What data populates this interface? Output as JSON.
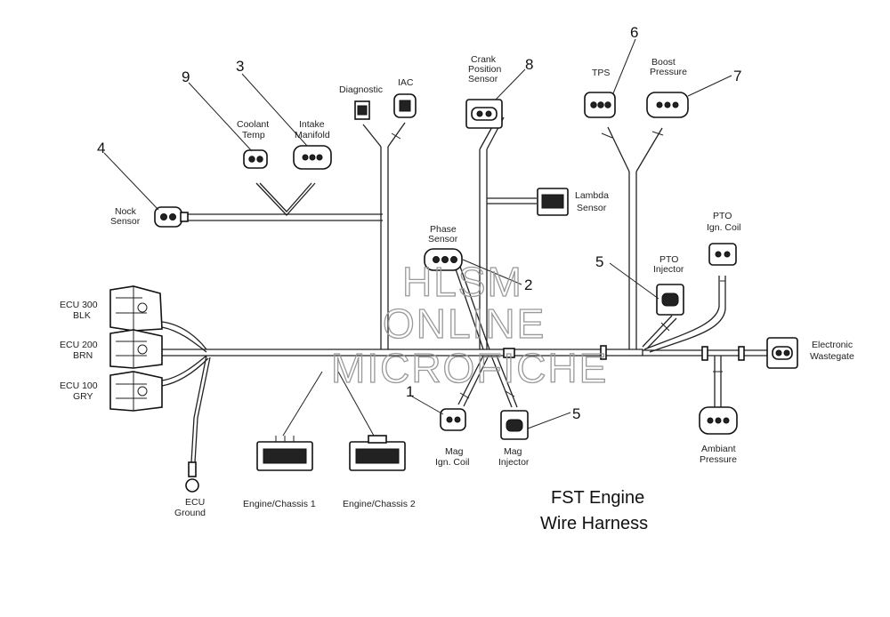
{
  "title": {
    "line1": "FST Engine",
    "line2": "Wire Harness"
  },
  "watermark": {
    "line1": "HLSM",
    "line2": "ONLINE",
    "line3": "MICROFICHE"
  },
  "labels": {
    "ecu300": [
      "ECU 300",
      "BLK"
    ],
    "ecu200": [
      "ECU 200",
      "BRN"
    ],
    "ecu100": [
      "ECU 100",
      "GRY"
    ],
    "ecu_ground": [
      "ECU",
      "Ground"
    ],
    "knock_sensor": [
      "Nock",
      "Sensor"
    ],
    "coolant_temp": [
      "Coolant",
      "Temp"
    ],
    "intake_manifold": [
      "Intake",
      "Manifold"
    ],
    "diagnostic": "Diagnostic",
    "iac": "IAC",
    "crank_position": [
      "Crank",
      "Position",
      "Sensor"
    ],
    "lambda": [
      "Lambda",
      "Sensor"
    ],
    "phase_sensor": [
      "Phase",
      "Sensor"
    ],
    "tps": "TPS",
    "boost_pressure": [
      "Boost",
      "Pressure"
    ],
    "pto_ign_coil": [
      "PTO",
      "Ign. Coil"
    ],
    "pto_injector": [
      "PTO",
      "Injector"
    ],
    "electronic_wastegate": [
      "Electronic",
      "Wastegate"
    ],
    "ambient_pressure": [
      "Ambiant",
      "Pressure"
    ],
    "mag_ign_coil": [
      "Mag",
      "Ign. Coil"
    ],
    "mag_injector": [
      "Mag",
      "Injector"
    ],
    "engine_chassis_1": "Engine/Chassis 1",
    "engine_chassis_2": "Engine/Chassis 2"
  },
  "callouts": {
    "c1": "1",
    "c2": "2",
    "c3": "3",
    "c4": "4",
    "c5a": "5",
    "c5b": "5",
    "c6": "6",
    "c7": "7",
    "c8": "8",
    "c9": "9"
  }
}
